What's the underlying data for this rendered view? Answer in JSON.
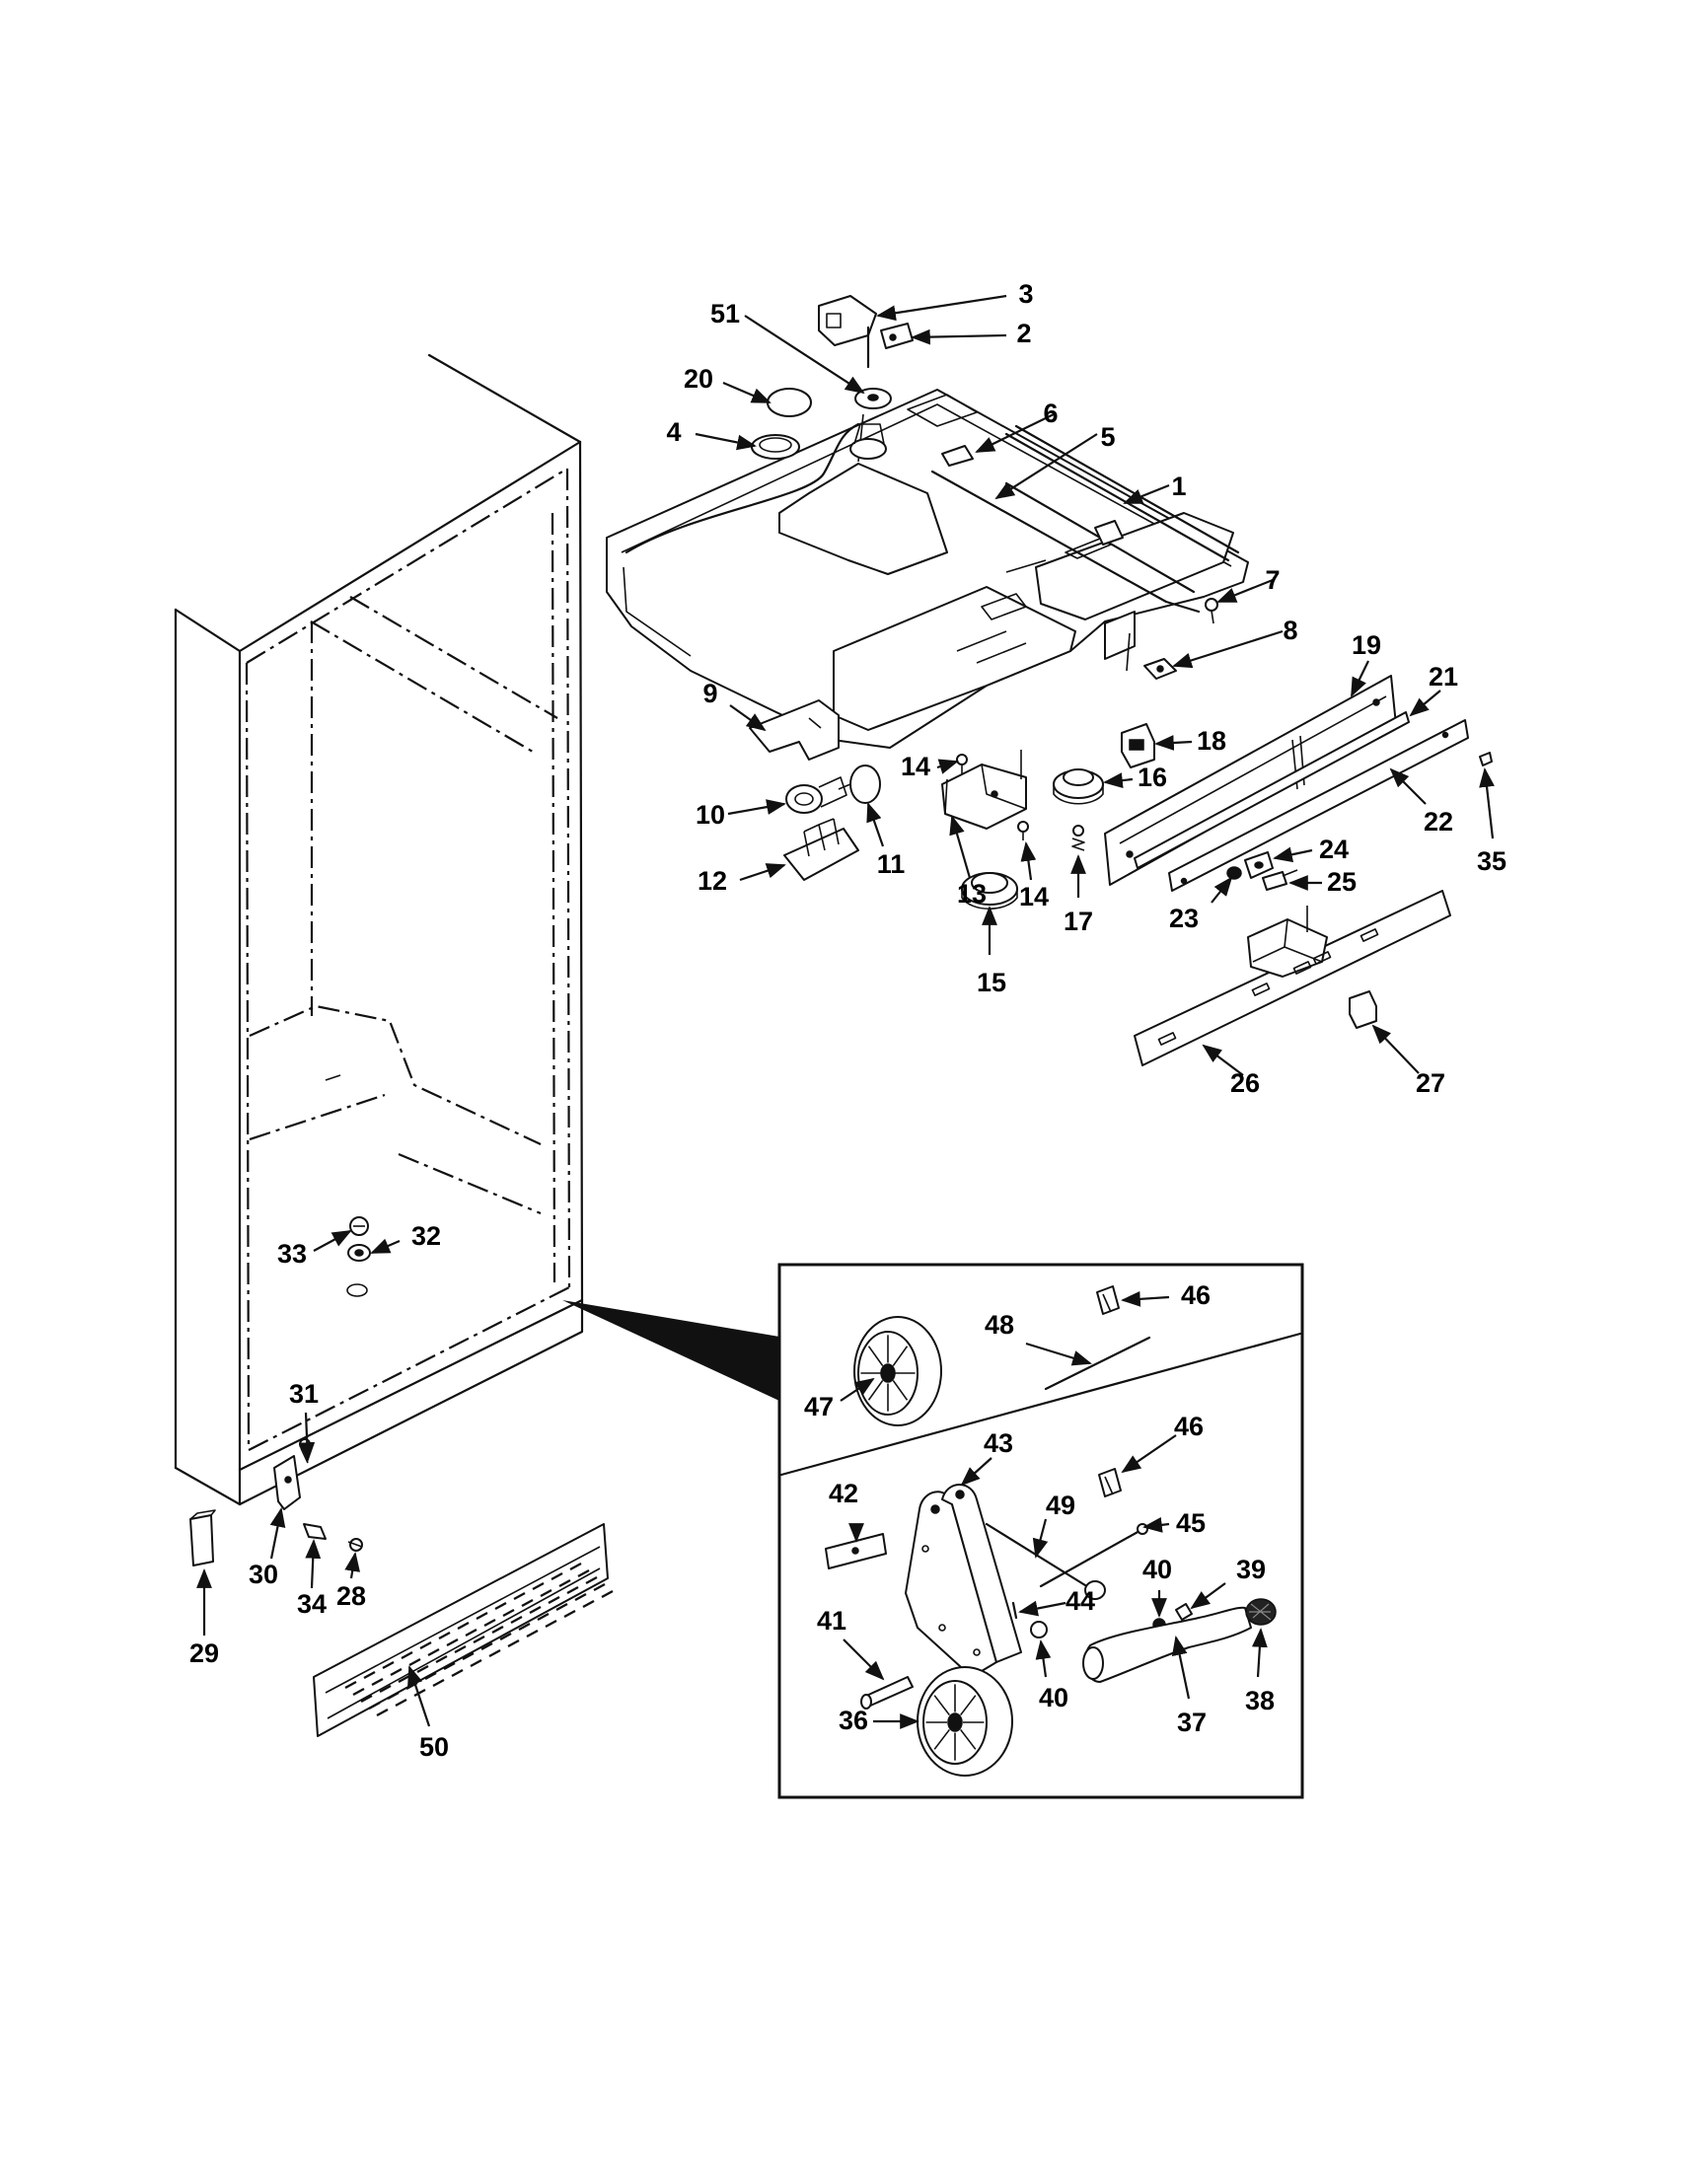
{
  "diagram": {
    "callouts": [
      {
        "id": "c1",
        "text": "1"
      },
      {
        "id": "c2",
        "text": "2"
      },
      {
        "id": "c3",
        "text": "3"
      },
      {
        "id": "c4",
        "text": "4"
      },
      {
        "id": "c5",
        "text": "5"
      },
      {
        "id": "c6",
        "text": "6"
      },
      {
        "id": "c7",
        "text": "7"
      },
      {
        "id": "c8",
        "text": "8"
      },
      {
        "id": "c9",
        "text": "9"
      },
      {
        "id": "c10",
        "text": "10"
      },
      {
        "id": "c11",
        "text": "11"
      },
      {
        "id": "c12",
        "text": "12"
      },
      {
        "id": "c13",
        "text": "13"
      },
      {
        "id": "c14a",
        "text": "14"
      },
      {
        "id": "c14b",
        "text": "14"
      },
      {
        "id": "c15",
        "text": "15"
      },
      {
        "id": "c16",
        "text": "16"
      },
      {
        "id": "c17",
        "text": "17"
      },
      {
        "id": "c18",
        "text": "18"
      },
      {
        "id": "c19",
        "text": "19"
      },
      {
        "id": "c20",
        "text": "20"
      },
      {
        "id": "c21",
        "text": "21"
      },
      {
        "id": "c22",
        "text": "22"
      },
      {
        "id": "c23",
        "text": "23"
      },
      {
        "id": "c24",
        "text": "24"
      },
      {
        "id": "c25",
        "text": "25"
      },
      {
        "id": "c26",
        "text": "26"
      },
      {
        "id": "c27",
        "text": "27"
      },
      {
        "id": "c28",
        "text": "28"
      },
      {
        "id": "c29",
        "text": "29"
      },
      {
        "id": "c30",
        "text": "30"
      },
      {
        "id": "c31",
        "text": "31"
      },
      {
        "id": "c32",
        "text": "32"
      },
      {
        "id": "c33",
        "text": "33"
      },
      {
        "id": "c34",
        "text": "34"
      },
      {
        "id": "c35",
        "text": "35"
      },
      {
        "id": "c36",
        "text": "36"
      },
      {
        "id": "c37",
        "text": "37"
      },
      {
        "id": "c38",
        "text": "38"
      },
      {
        "id": "c39",
        "text": "39"
      },
      {
        "id": "c40a",
        "text": "40"
      },
      {
        "id": "c40b",
        "text": "40"
      },
      {
        "id": "c41",
        "text": "41"
      },
      {
        "id": "c42",
        "text": "42"
      },
      {
        "id": "c43",
        "text": "43"
      },
      {
        "id": "c44",
        "text": "44"
      },
      {
        "id": "c45",
        "text": "45"
      },
      {
        "id": "c46a",
        "text": "46"
      },
      {
        "id": "c46b",
        "text": "46"
      },
      {
        "id": "c47",
        "text": "47"
      },
      {
        "id": "c48",
        "text": "48"
      },
      {
        "id": "c49",
        "text": "49"
      },
      {
        "id": "c50",
        "text": "50"
      },
      {
        "id": "c51",
        "text": "51"
      }
    ]
  }
}
